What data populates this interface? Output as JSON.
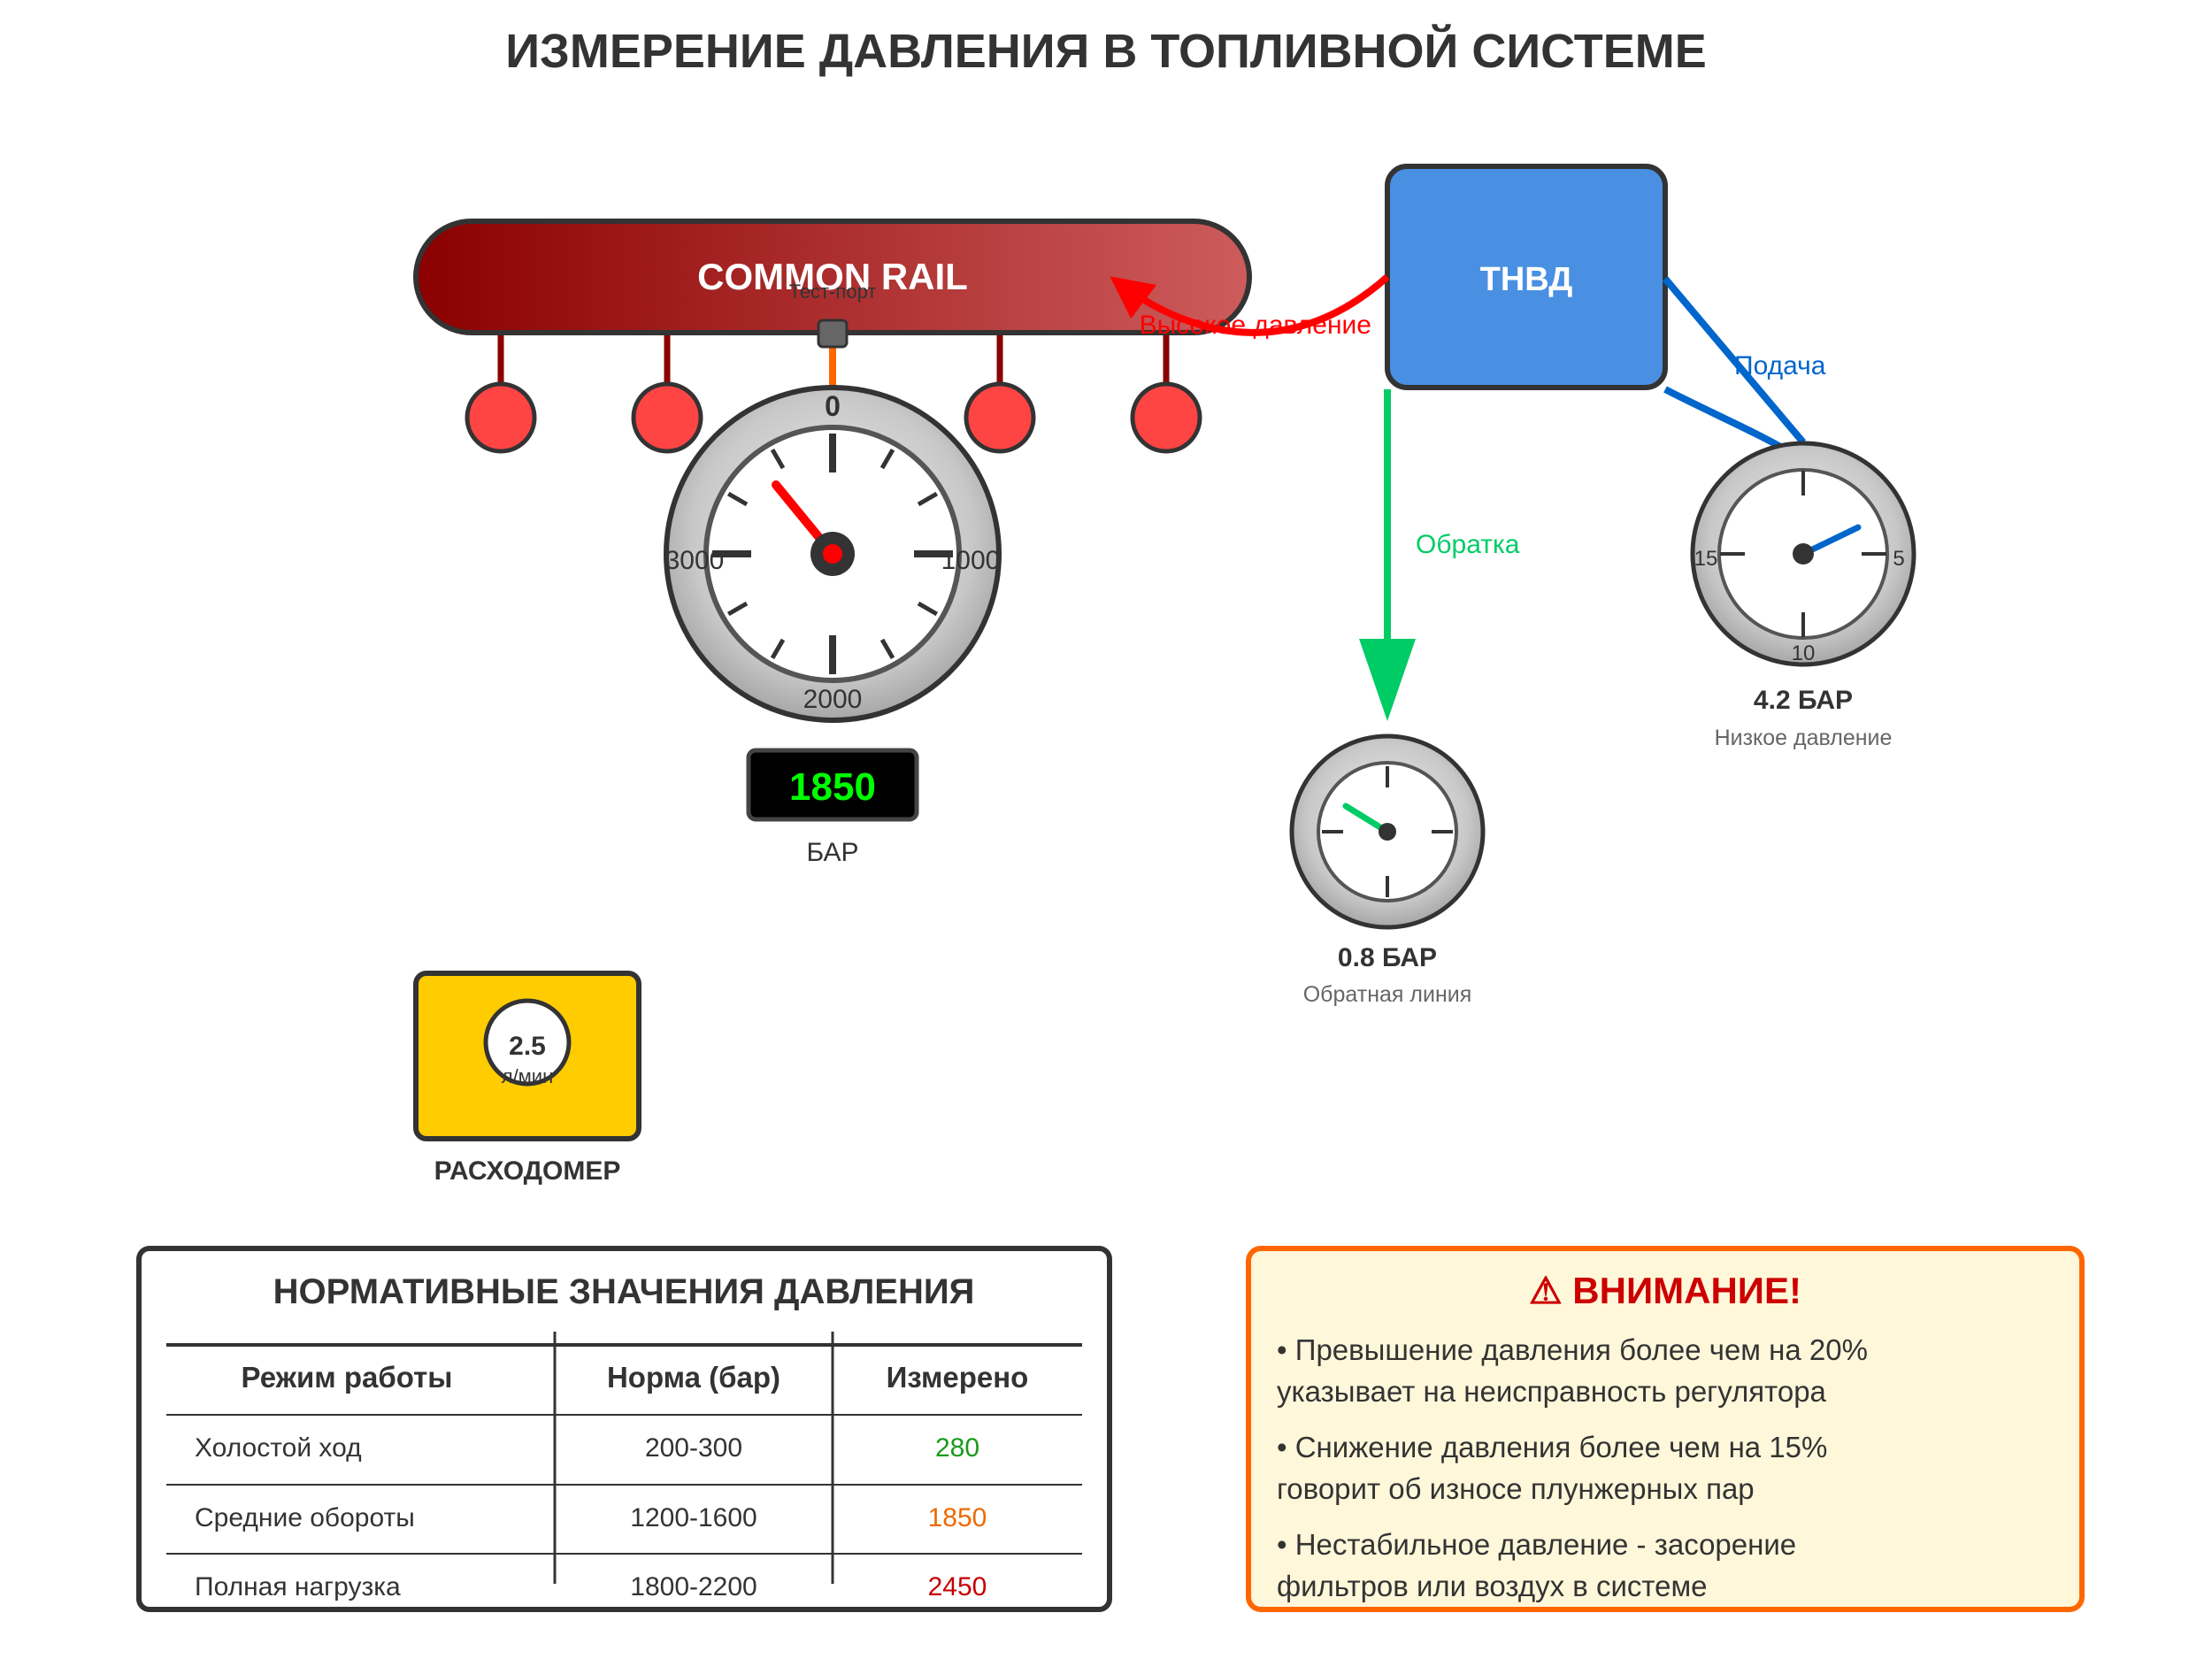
{
  "title": "ИЗМЕРЕНИЕ ДАВЛЕНИЯ В ТОПЛИВНОЙ СИСТЕМЕ",
  "common_rail": {
    "label": "COMMON RAIL",
    "test_port_label": "Тест-порт"
  },
  "tnvd": {
    "label": "ТНВД"
  },
  "flows": {
    "high_pressure": "Высокое давление",
    "supply": "Подача",
    "return": "Обратка"
  },
  "main_gauge": {
    "ticks": {
      "top": "0",
      "right": "1000",
      "bottom": "2000",
      "left": "3000"
    },
    "value": 1850,
    "display": "1850",
    "unit": "БАР"
  },
  "return_gauge": {
    "value_label": "0.8 БАР",
    "caption": "Обратная линия",
    "value": 0.8
  },
  "supply_gauge": {
    "ticks": {
      "right": "5",
      "bottom": "10",
      "left": "15"
    },
    "value_label": "4.2 БАР",
    "caption": "Низкое давление",
    "value": 4.2
  },
  "flowmeter": {
    "value": "2.5",
    "unit": "л/мин",
    "label": "РАСХОДОМЕР"
  },
  "norms_table": {
    "title": "НОРМАТИВНЫЕ ЗНАЧЕНИЯ ДАВЛЕНИЯ",
    "headers": [
      "Режим работы",
      "Норма (бар)",
      "Измерено"
    ],
    "rows": [
      {
        "mode": "Холостой ход",
        "norm": "200-300",
        "measured": "280",
        "color": "#1a9a1a"
      },
      {
        "mode": "Средние обороты",
        "norm": "1200-1600",
        "measured": "1850",
        "color": "#ee6a00"
      },
      {
        "mode": "Полная нагрузка",
        "norm": "1800-2200",
        "measured": "2450",
        "color": "#c40000"
      }
    ]
  },
  "warning": {
    "title": "⚠ ВНИМАНИЕ!",
    "items": [
      [
        "• Превышение давления более чем на 20%",
        "указывает на неисправность регулятора"
      ],
      [
        "• Снижение давления более чем на 15%",
        "говорит об износе плунжерных пар"
      ],
      [
        "• Нестабильное давление - засорение",
        "фильтров или воздух в системе"
      ]
    ]
  },
  "colors": {
    "rail_dark": "#8b0000",
    "rail_light": "#cd5c5c",
    "injector": "#ff4444",
    "tnvd": "#4a90e2",
    "high_pressure": "#ff0000",
    "supply": "#0066cc",
    "return": "#00cc66",
    "flowmeter": "#ffcc00",
    "warning_border": "#ff6600",
    "warning_bg": "#fff7da",
    "warning_title": "#cc0000"
  }
}
